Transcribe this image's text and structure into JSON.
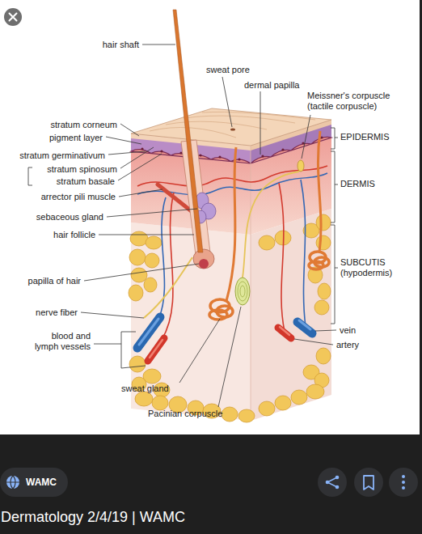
{
  "diagram": {
    "caption": "Dermatology 2/4/19 | WAMC",
    "nodes": [
      {
        "text": [
          "WAMC"
        ]
      }
    ],
    "labels": [
      "hair shaft",
      "sweat pore",
      "dermal papilla",
      "Meissner's corpuscle (tactile corpuscle)",
      "stratum corneum",
      "pigment layer",
      "EPIDERMIS",
      "stratum germinativum",
      "stratum spinosum",
      "stratum basale",
      "DERMIS",
      "arrector pili muscle",
      "sebaceous gland",
      "hair follicle",
      "SUBCUTIS (hypodermis)",
      "papilla of hair",
      "nerve fiber",
      "vein",
      "blood and lymph vessels",
      "artery",
      "sweat gland",
      "Pacinian corpuscle"
    ]
  }
}
